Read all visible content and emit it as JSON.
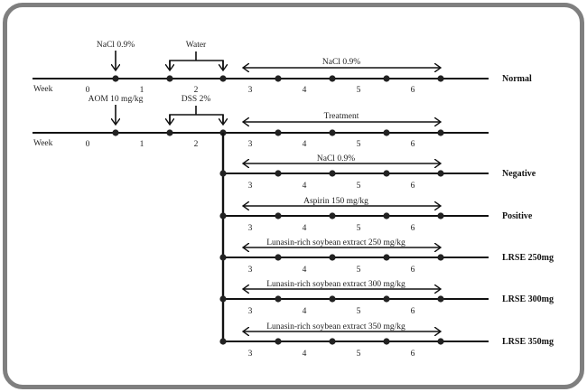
{
  "week_label": "Week",
  "top_rows": [
    {
      "id": "normal",
      "week_numbers": [
        "0",
        "1",
        "2",
        "3",
        "4",
        "5",
        "6"
      ],
      "single_arrow_label": "NaCl 0.9%",
      "bracket_label": "Water",
      "range_label": "NaCl 0.9%",
      "group_label": "Normal"
    },
    {
      "id": "treatment",
      "week_numbers": [
        "0",
        "1",
        "2",
        "3",
        "4",
        "5",
        "6"
      ],
      "single_arrow_label": "AOM 10 mg/kg",
      "bracket_label": "DSS 2%",
      "range_label": "Treatment",
      "group_label": ""
    }
  ],
  "branch_rows": [
    {
      "id": "negative",
      "range_label": "NaCl 0.9%",
      "group_label": "Negative",
      "week_numbers": [
        "3",
        "4",
        "5",
        "6"
      ]
    },
    {
      "id": "positive",
      "range_label": "Aspirin 150 mg/kg",
      "group_label": "Positive",
      "week_numbers": [
        "3",
        "4",
        "5",
        "6"
      ]
    },
    {
      "id": "lrse-250",
      "range_label": "Lunasin-rich soybean extract 250 mg/kg",
      "group_label": "LRSE 250mg",
      "week_numbers": [
        "3",
        "4",
        "5",
        "6"
      ]
    },
    {
      "id": "lrse-300",
      "range_label": "Lunasin-rich soybean extract 300 mg/kg",
      "group_label": "LRSE 300mg",
      "week_numbers": [
        "3",
        "4",
        "5",
        "6"
      ]
    },
    {
      "id": "lrse-350",
      "range_label": "Lunasin-rich soybean extract 350 mg/kg",
      "group_label": "LRSE 350mg",
      "week_numbers": [
        "3",
        "4",
        "5",
        "6"
      ]
    }
  ],
  "colors": {
    "frame": "#7f7f7f",
    "line": "#111111"
  }
}
